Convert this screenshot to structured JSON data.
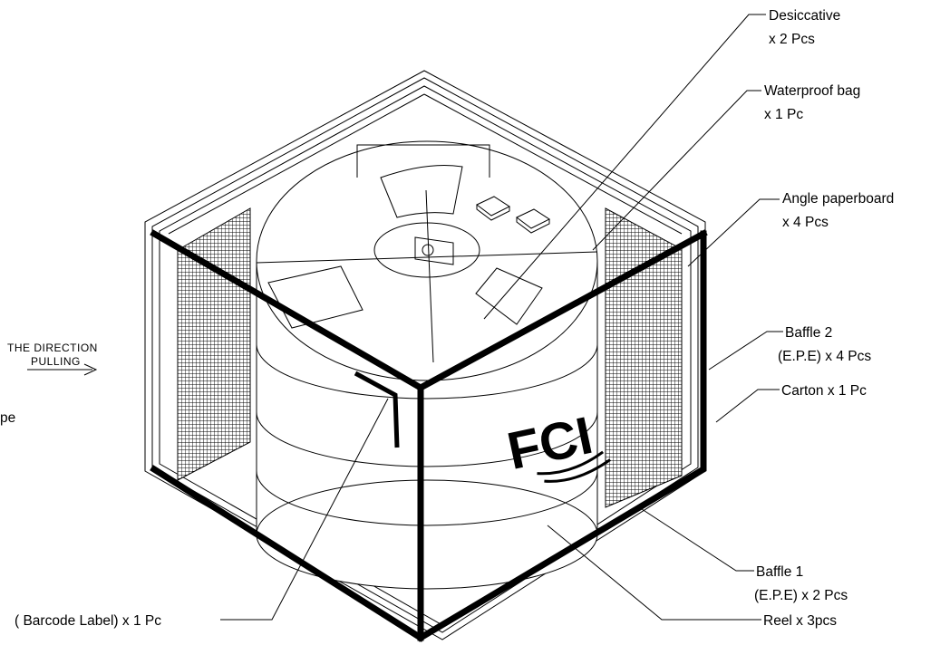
{
  "labels": {
    "desiccative_1": "Desiccative",
    "desiccative_2": " x 2 Pcs",
    "waterproof_1": "Waterproof bag",
    "waterproof_2": "x 1 Pc",
    "angle_1": "Angle paperboard",
    "angle_2": " x 4 Pcs",
    "baffle2_1": "Baffle 2",
    "baffle2_2": "(E.P.E) x  4 Pcs",
    "carton": "Carton x 1 Pc",
    "baffle1_1": "Baffle 1",
    "baffle1_2": "(E.P.E) x  2 Pcs",
    "reel": "Reel x 3pcs",
    "barcode": "( Barcode Label) x 1 Pc",
    "direction_1": "THE  DIRECTION",
    "direction_2": "PULLING",
    "tape_fragment": "pe"
  },
  "logo_text": "FCI",
  "colors": {
    "ink": "#000000",
    "paper": "#ffffff"
  }
}
